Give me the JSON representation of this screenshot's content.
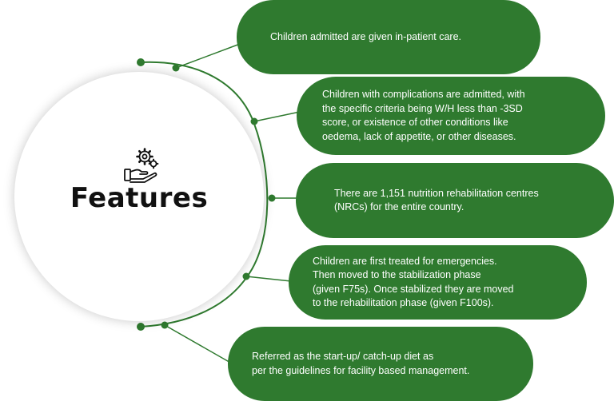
{
  "hub": {
    "title": "Features",
    "icon": "hand-gear-icon"
  },
  "colors": {
    "accent": "#2f7a2f",
    "text_on_accent": "#ffffff"
  },
  "features": [
    {
      "text": "Children admitted are given in-patient care."
    },
    {
      "text": "Children with complications are admitted, with\nthe specific criteria being W/H less than -3SD\nscore, or existence of other conditions like\noedema, lack of appetite, or other diseases."
    },
    {
      "text": "There are 1,151 nutrition rehabilitation centres\n(NRCs) for the entire country."
    },
    {
      "text": "Children are first treated for emergencies.\nThen moved to the stabilization phase\n(given F75s). Once stabilized they are moved\nto the rehabilitation phase (given F100s)."
    },
    {
      "text": "Referred as the start-up/ catch-up diet as\nper the guidelines for facility based management."
    }
  ]
}
